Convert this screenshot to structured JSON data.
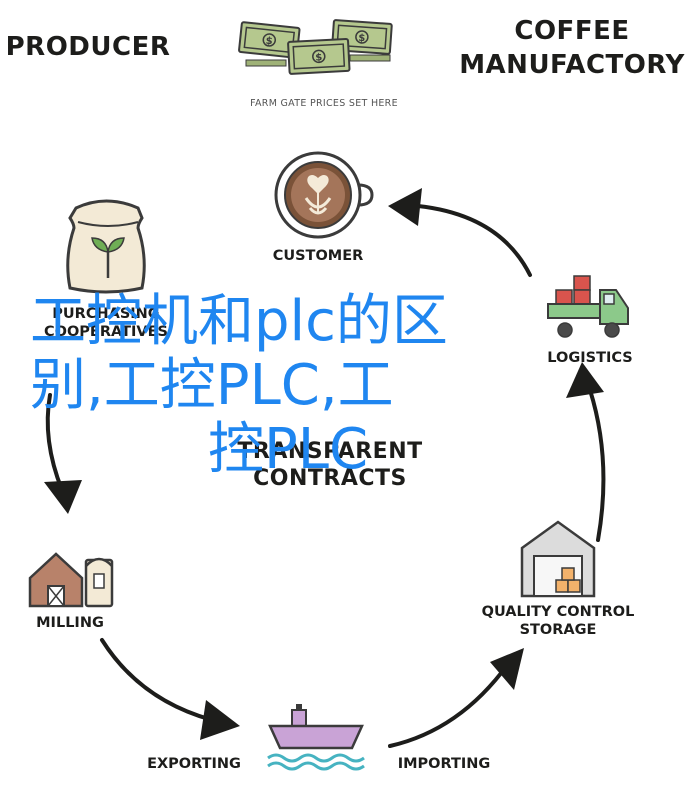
{
  "header": {
    "producer": "PRODUCER",
    "coffee_manufactory_line1": "COFFEE",
    "coffee_manufactory_line2": "MANUFACTORY",
    "farm_gate": "FARM GATE PRICES SET HERE"
  },
  "nodes": {
    "customer": "CUSTOMER",
    "purchasing_cooperatives_line1": "PURCHASING",
    "purchasing_cooperatives_line2": "COOPERATIVES",
    "logistics": "LOGISTICS",
    "transparent_line1": "TRANSPARENT",
    "transparent_line2": "CONTRACTS",
    "milling": "MILLING",
    "quality_line1": "QUALITY CONTROL",
    "quality_line2": "STORAGE",
    "exporting": "EXPORTING",
    "importing": "IMPORTING"
  },
  "overlay": {
    "line1": "工控机和plc的区",
    "line2": "别,工控PLC,工",
    "line3": "控PLC"
  },
  "icons": {
    "money": "money-bills-icon",
    "coffee": "coffee-cup-icon",
    "sack": "coffee-sack-icon",
    "truck": "delivery-truck-icon",
    "mill": "mill-building-icon",
    "warehouse": "warehouse-icon",
    "ship": "cargo-ship-icon"
  },
  "colors": {
    "overlay_text": "#1f86f0",
    "label_text": "#1d1d1b",
    "bill_green": "#b5c88e",
    "truck_green": "#8cc98a",
    "crate_red": "#d9544d",
    "ship_purple": "#c9a3d6",
    "cup_brown": "#7a5238"
  }
}
